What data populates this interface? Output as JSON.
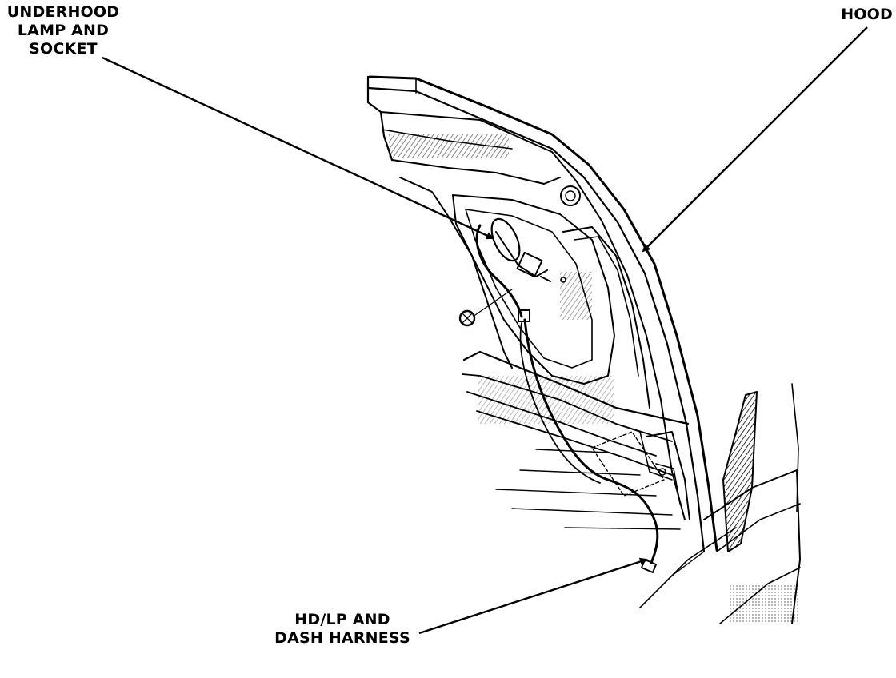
{
  "labels": {
    "lamp": [
      "UNDERHOOD",
      "LAMP AND",
      "SOCKET"
    ],
    "hood": [
      "HOOD"
    ],
    "harness": [
      "HD/LP AND",
      "DASH HARNESS"
    ]
  },
  "colors": {
    "ink": "#000000",
    "paper": "#ffffff"
  }
}
